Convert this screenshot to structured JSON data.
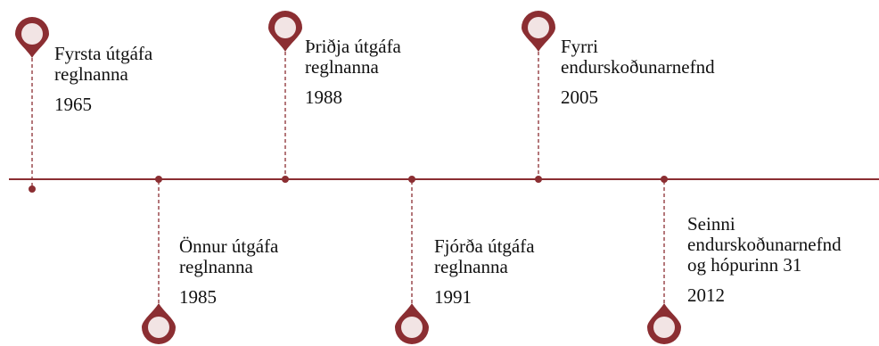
{
  "timeline": {
    "accent_color": "#8b2e32",
    "pin_fill_color": "#f2e4e4",
    "events": [
      {
        "title": "Fyrsta útgáfa\nreglnanna",
        "year": "1965"
      },
      {
        "title": "Önnur útgáfa\nreglnanna",
        "year": "1985"
      },
      {
        "title": "Þriðja útgáfa\nreglnanna",
        "year": "1988"
      },
      {
        "title": "Fjórða útgáfa\nreglnanna",
        "year": "1991"
      },
      {
        "title": "Fyrri\nendurskoðunarnefnd",
        "year": "2005"
      },
      {
        "title": "Seinni\nendurskoðunarnefnd\nog hópurinn 31",
        "year": "2012"
      }
    ]
  }
}
